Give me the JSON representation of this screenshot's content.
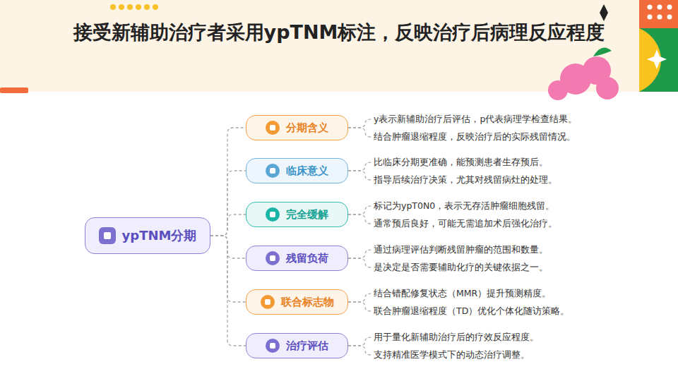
{
  "diagram": {
    "title": "接受新辅助治疗者采用ypTNM标注，反映治疗后病理反应程度",
    "nodes": [
      {
        "text": [
          "ypTNM分期"
        ]
      },
      {
        "text": [
          "分期含义"
        ]
      },
      {
        "text": [
          "临床意义"
        ]
      },
      {
        "text": [
          "完全缓解"
        ]
      },
      {
        "text": [
          "残留负荷"
        ]
      },
      {
        "text": [
          "联合标志物"
        ]
      },
      {
        "text": [
          "治疗评估"
        ]
      }
    ],
    "edges": [
      {
        "from": 0,
        "to": 1,
        "arrow": "none"
      },
      {
        "from": 0,
        "to": 2,
        "arrow": "none"
      },
      {
        "from": 0,
        "to": 3,
        "arrow": "none"
      },
      {
        "from": 0,
        "to": 4,
        "arrow": "none"
      },
      {
        "from": 0,
        "to": 5,
        "arrow": "none"
      },
      {
        "from": 0,
        "to": 6,
        "arrow": "none"
      }
    ],
    "labels": [
      "y表示新辅助治疗后评估，p代表病理学检查结果。",
      "结合肿瘤退缩程度，反映治疗后的实际残留情况。",
      "比临床分期更准确，能预测患者生存预后。",
      "指导后续治疗决策，尤其对残留病灶的处理。",
      "标记为ypT0N0，表示无存活肿瘤细胞残留。",
      "通常预后良好，可能无需追加术后强化治疗。",
      "通过病理评估判断残留肿瘤的范围和数量。",
      "是决定是否需要辅助化疗的关键依据之一。",
      "结合错配修复状态（MMR）提升预测精度。",
      "联合肿瘤退缩程度（TD）优化个体化随访策略。",
      "用于量化新辅助治疗后的疗效反应程度。",
      "支持精准医学模式下的动态治疗调整。"
    ]
  }
}
